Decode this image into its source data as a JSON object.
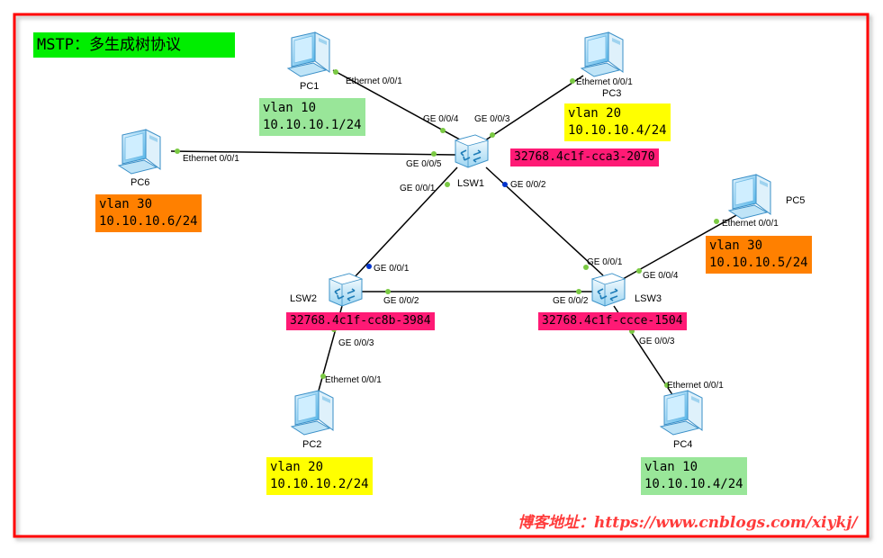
{
  "title": "MSTP：多生成树协议",
  "blog": "博客地址：https://www.cnblogs.com/xiykj/",
  "colors": {
    "border": "#ff0000",
    "title_bg": "#00ee00",
    "vlan10": "#99e699",
    "vlan20": "#ffff00",
    "vlan30": "#ff8000",
    "mac": "#ff1a75",
    "link": "#000000",
    "port_dot_green": "#7ac943",
    "port_dot_blue": "#0033cc"
  },
  "devices": {
    "pc1": "PC1",
    "pc2": "PC2",
    "pc3": "PC3",
    "pc4": "PC4",
    "pc5": "PC5",
    "pc6": "PC6",
    "lsw1": "LSW1",
    "lsw2": "LSW2",
    "lsw3": "LSW3"
  },
  "ports": {
    "pc1_eth": "Ethernet 0/0/1",
    "pc3_eth": "Ethernet 0/0/1",
    "pc6_eth": "Ethernet 0/0/1",
    "pc5_eth": "Ethernet 0/0/1",
    "pc2_eth": "Ethernet 0/0/1",
    "pc4_eth": "Ethernet 0/0/1",
    "lsw1_ge4": "GE 0/0/4",
    "lsw1_ge3": "GE 0/0/3",
    "lsw1_ge5": "GE 0/0/5",
    "lsw1_ge1": "GE 0/0/1",
    "lsw1_ge2": "GE 0/0/2",
    "lsw2_ge1": "GE 0/0/1",
    "lsw2_ge2": "GE 0/0/2",
    "lsw2_ge3": "GE 0/0/3",
    "lsw3_ge1": "GE 0/0/1",
    "lsw3_ge4": "GE 0/0/4",
    "lsw3_ge2": "GE 0/0/2",
    "lsw3_ge3": "GE 0/0/3"
  },
  "hosts": {
    "pc1": {
      "vlan": "vlan 10",
      "ip": "10.10.10.1/24"
    },
    "pc2": {
      "vlan": "vlan 20",
      "ip": "10.10.10.2/24"
    },
    "pc3": {
      "vlan": "vlan 20",
      "ip": "10.10.10.4/24"
    },
    "pc4": {
      "vlan": "vlan 10",
      "ip": "10.10.10.4/24"
    },
    "pc5": {
      "vlan": "vlan 30",
      "ip": "10.10.10.5/24"
    },
    "pc6": {
      "vlan": "vlan 30",
      "ip": "10.10.10.6/24"
    }
  },
  "bridge_ids": {
    "lsw1": "32768.4c1f-cca3-2070",
    "lsw2": "32768.4c1f-cc8b-3984",
    "lsw3": "32768.4c1f-ccce-1504"
  }
}
